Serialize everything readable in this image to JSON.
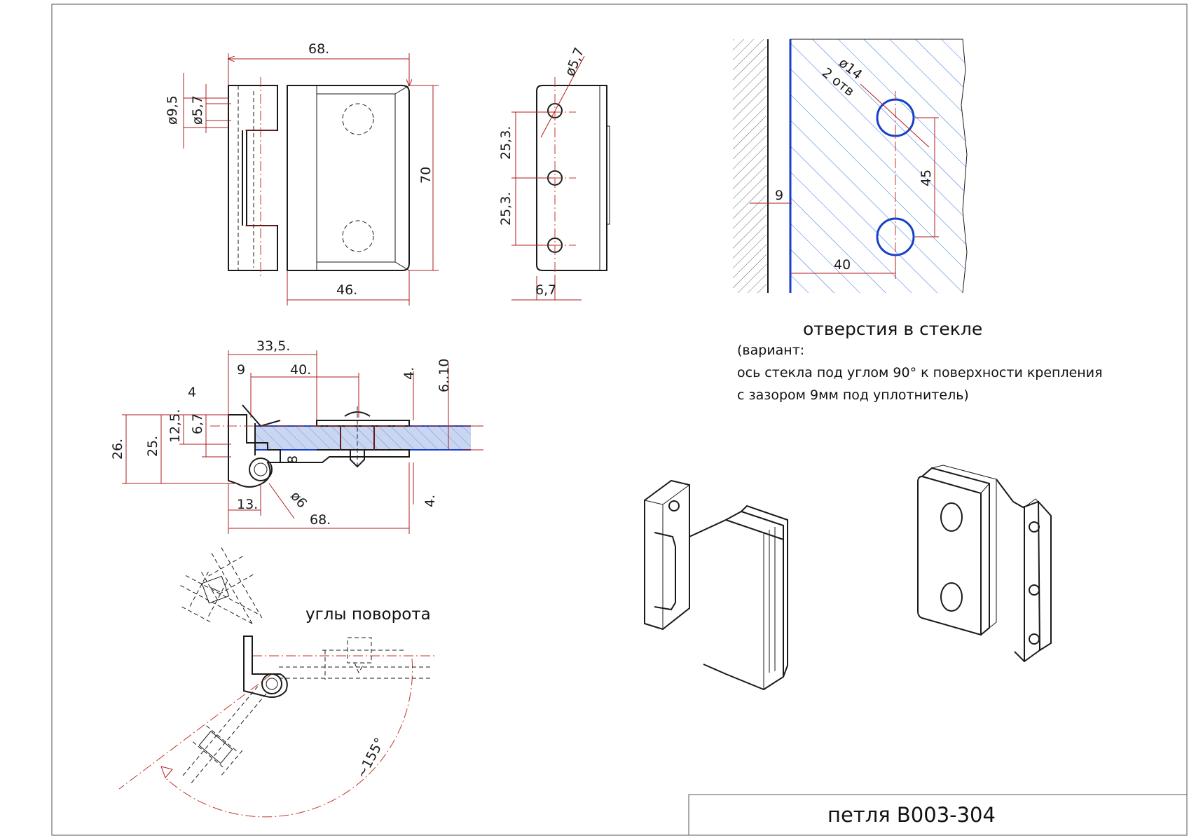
{
  "colors": {
    "line": "#1a1a1a",
    "dimension": "#b01c1c",
    "glass_outline": "#1740c9",
    "glass_fill": "#c9d6f2"
  },
  "front_view": {
    "width_top": "68.",
    "hole_d1": "ø9,5",
    "hole_d2": "ø5,7",
    "height": "70",
    "width_bottom": "46."
  },
  "side_view": {
    "hole_d": "ø5,7",
    "spacing_1": "25,3.",
    "spacing_2": "25,3.",
    "edge_offset": "6,7"
  },
  "glass_holes": {
    "hole_label": "ø14",
    "count_label": "2 отв",
    "gap": "9",
    "vertical_spacing": "45",
    "edge_distance": "40"
  },
  "section_view": {
    "d_33_5": "33,5.",
    "d_9": "9",
    "d_40": "40.",
    "d_4_top": "4",
    "d_4_right": "4.",
    "d_6_10": "6..10",
    "d_26": "26.",
    "d_25": "25.",
    "d_12_5": "12,5.",
    "d_6_7": "6,7",
    "d_8": "8",
    "d_13": "13.",
    "d_pin": "ø6",
    "d_68": "68.",
    "d_4_bottom": "4."
  },
  "rotation": {
    "label": "углы поворота",
    "angle": "~155°"
  },
  "notes": {
    "title": "отверстия в стекле",
    "line1": "(вариант:",
    "line2": "ось стекла под углом 90° к поверхности крепления",
    "line3": "с зазором 9мм под уплотнитель)"
  },
  "title_block": {
    "part_name": "петля B003-304"
  }
}
